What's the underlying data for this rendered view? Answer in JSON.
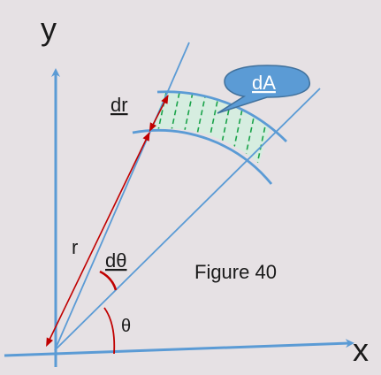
{
  "figure": {
    "axis_x_label": "x",
    "axis_y_label": "y",
    "r_label": "r",
    "dr_label": "dr",
    "dtheta_label": "dθ",
    "theta_label": "θ",
    "dA_label": "dA",
    "caption": "Figure 40"
  },
  "colors": {
    "background": "#e6e1e4",
    "axis_blue": "#5b9bd5",
    "dimension_red": "#c00000",
    "hatch_green": "#1aa34a",
    "region_fill": "#d6ede0",
    "callout_fill": "#5b9bd5",
    "callout_stroke": "#41719c",
    "text": "#1a1a1a"
  }
}
